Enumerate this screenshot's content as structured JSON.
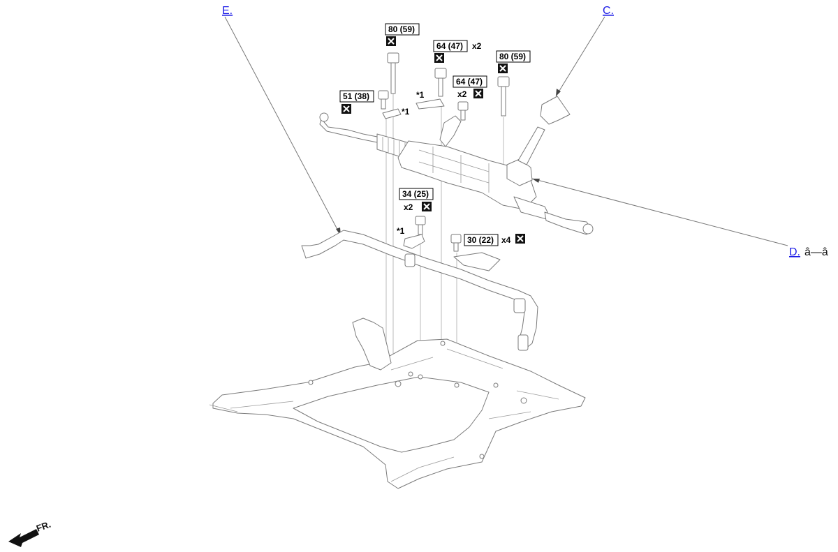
{
  "callouts": {
    "e": "E.",
    "c": "C.",
    "d": "D.",
    "d_suffix": "â—â"
  },
  "torque_labels": [
    {
      "value": "80 (59)"
    },
    {
      "value": "64 (47)",
      "qty": "x2"
    },
    {
      "value": "80 (59)"
    },
    {
      "value": "64 (47)",
      "qty": "x2"
    },
    {
      "value": "51 (38)"
    },
    {
      "value": "34 (25)",
      "qty": "x2"
    },
    {
      "value": "30 (22)",
      "qty": "x4"
    }
  ],
  "notes": {
    "star1": "*1"
  },
  "direction_indicator": "FR.",
  "icons": {
    "non_reusable": "x-box-icon",
    "front_arrow": "arrow-left-icon"
  },
  "colors": {
    "link": "#1a1ae6",
    "line_art": "#7a7a7a",
    "text": "#000000"
  }
}
